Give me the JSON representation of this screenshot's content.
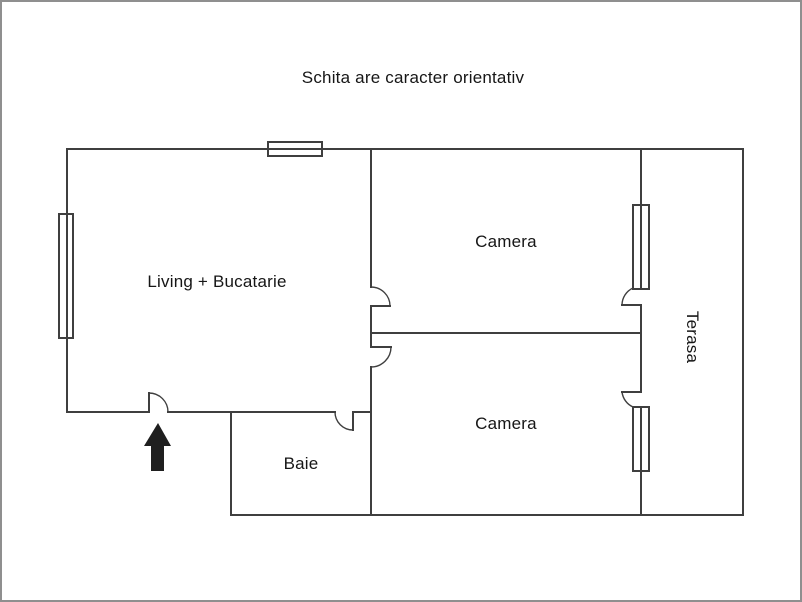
{
  "page": {
    "title": "Schita are caracter orientativ",
    "background": "#ffffff",
    "frame_color": "#8f8f8f"
  },
  "plan": {
    "line_color": "#3f3f3f",
    "arrow_color": "#1f1f1f",
    "rooms": {
      "living": "Living + Bucatarie",
      "camera_top": "Camera",
      "camera_bottom": "Camera",
      "baie": "Baie",
      "terasa": "Terasa"
    },
    "symbols": {
      "entrance_arrow": "up-arrow",
      "windows_count": 4,
      "doors_count": 6
    }
  }
}
